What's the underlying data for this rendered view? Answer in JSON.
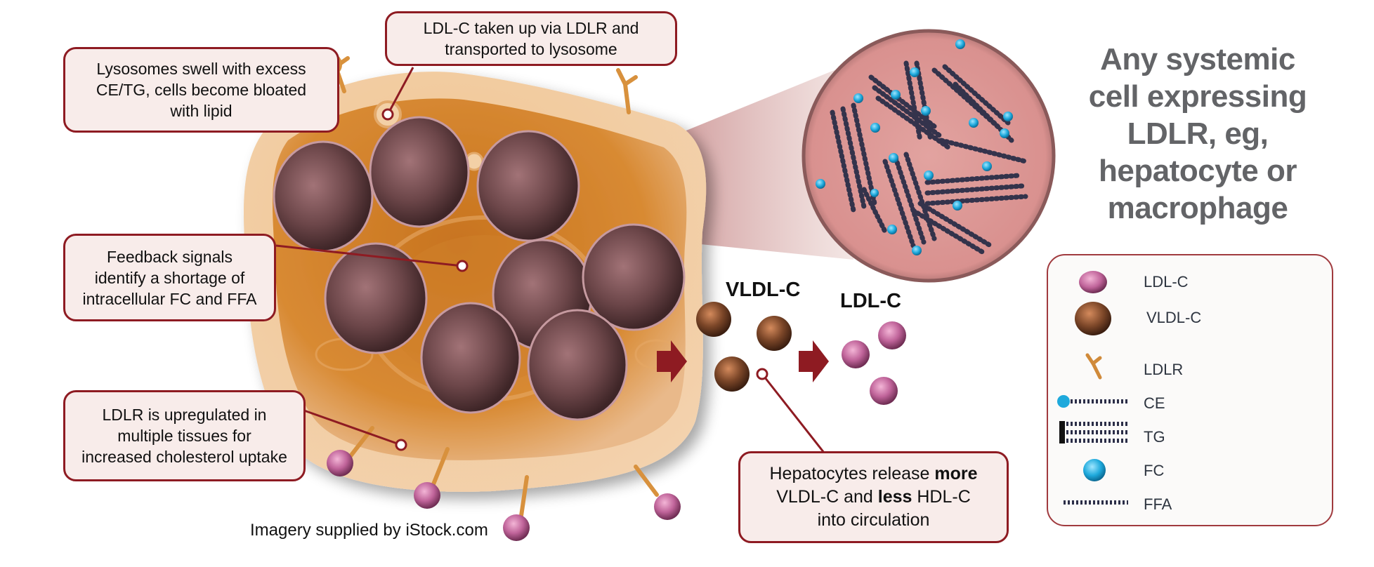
{
  "callouts": {
    "lysosomes": [
      "Lysosomes swell with excess",
      "CE/TG, cells become bloated",
      "with lipid"
    ],
    "ldlc_uptake": [
      "LDL-C taken up via LDLR and",
      "transported to lysosome"
    ],
    "feedback": [
      "Feedback signals",
      "identify a shortage of",
      "intracellular FC and FFA"
    ],
    "ldlr_upregulated": [
      "LDLR is upregulated in",
      "multiple tissues for",
      "increased cholesterol uptake"
    ],
    "hepatocytes": {
      "line1_pre": "Hepatocytes release ",
      "line1_bold": "more",
      "line2_pre": "VLDL-C and ",
      "line2_bold": "less",
      "line2_post": " HDL-C",
      "line3": "into circulation"
    }
  },
  "heading": [
    "Any systemic",
    "cell expressing",
    "LDLR, eg,",
    "hepatocyte or",
    "macrophage"
  ],
  "particle_labels": {
    "vldl": "VLDL-C",
    "ldl": "LDL-C"
  },
  "legend": {
    "items": [
      {
        "label": "LDL-C",
        "icon": "ldl-particle-icon"
      },
      {
        "label": "VLDL-C",
        "icon": "vldl-particle-icon"
      },
      {
        "label": "LDLR",
        "icon": "ldl-receptor-icon"
      },
      {
        "label": "CE",
        "icon": "cholesteryl-ester-icon"
      },
      {
        "label": "TG",
        "icon": "triglyceride-icon"
      },
      {
        "label": "FC",
        "icon": "free-cholesterol-icon"
      },
      {
        "label": "FFA",
        "icon": "free-fatty-acid-icon"
      }
    ]
  },
  "credit": "Imagery supplied by iStock.com",
  "colors": {
    "callout_border": "#8e1b22",
    "callout_fill": "#f8ecea",
    "cell_orange": "#d9862e",
    "lysosome_brown": "#6e4a4c",
    "ldl_pink": "#c0649a",
    "vldl_brown": "#6b3a22",
    "fc_blue": "#1ea9dc",
    "arrow_red": "#8e1b22",
    "heading_gray": "#636467"
  }
}
